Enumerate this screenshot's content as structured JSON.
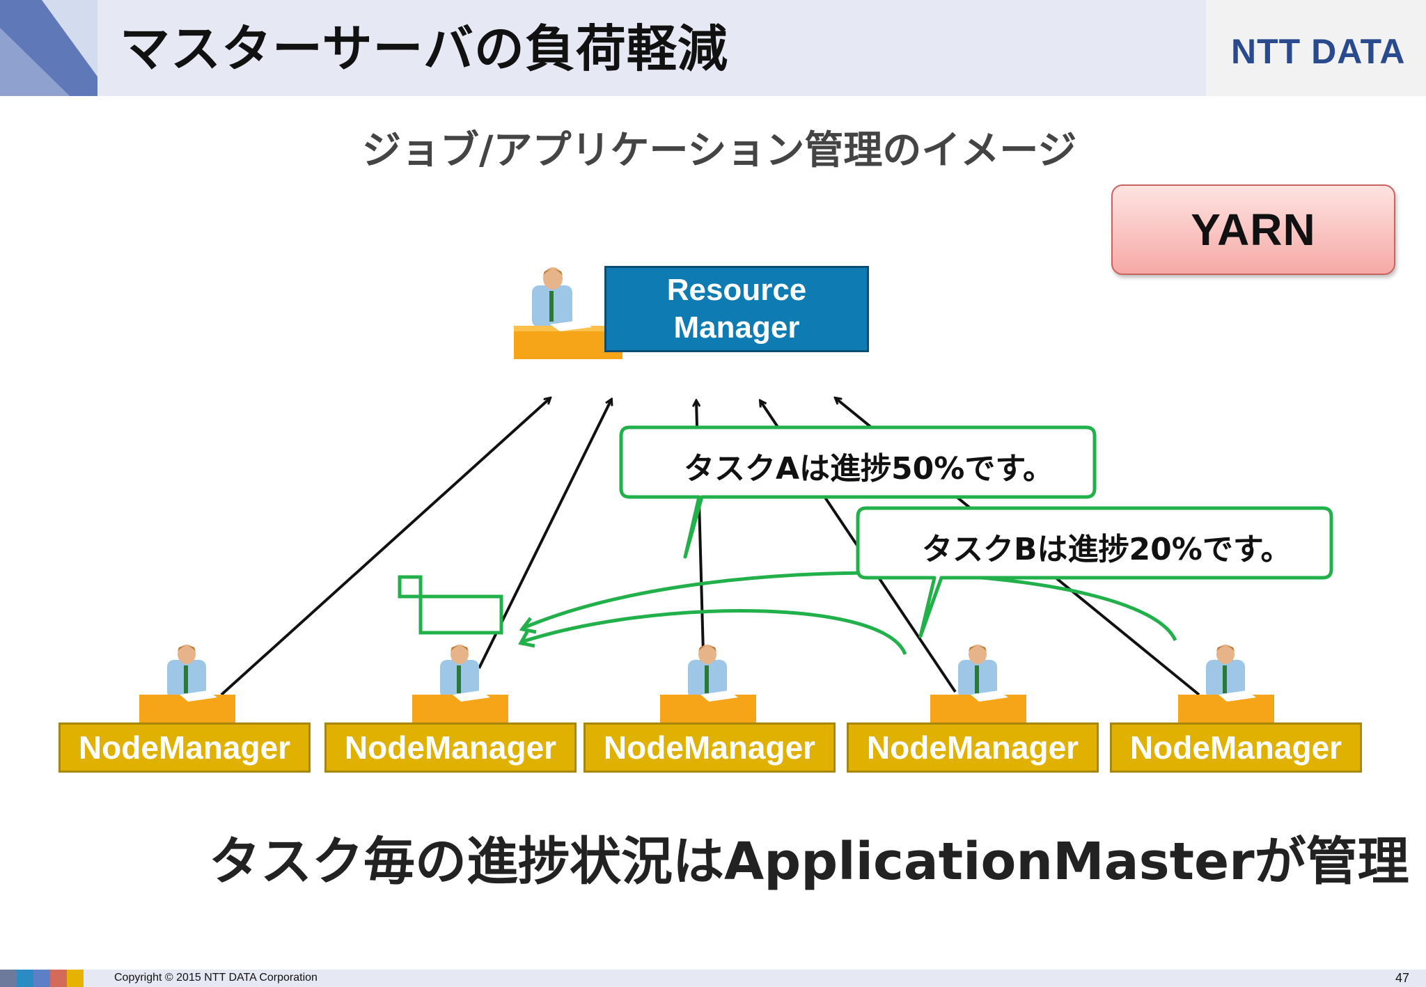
{
  "header": {
    "title": "マスターサーバの負荷軽減",
    "logo": "NTT DATA"
  },
  "subtitle": "ジョブ/アプリケーション管理のイメージ",
  "badge": "YARN",
  "diagram": {
    "resource_manager": {
      "line1": "Resource",
      "line2": "Manager"
    },
    "node_managers": [
      "NodeManager",
      "NodeManager",
      "NodeManager",
      "NodeManager",
      "NodeManager"
    ],
    "bubbles": [
      {
        "text": "タスクAは進捗50%です。"
      },
      {
        "text": "タスクBは進捗20%です。"
      }
    ],
    "colors": {
      "resource_manager": "#0e7bb3",
      "node_manager": "#e0b100",
      "bubble_border": "#22b04b",
      "arrow": "#111111"
    }
  },
  "summary": "タスク毎の進捗状況はApplicationMasterが管理",
  "footer": {
    "copyright": "Copyright © 2015 NTT DATA Corporation",
    "page": "47"
  }
}
